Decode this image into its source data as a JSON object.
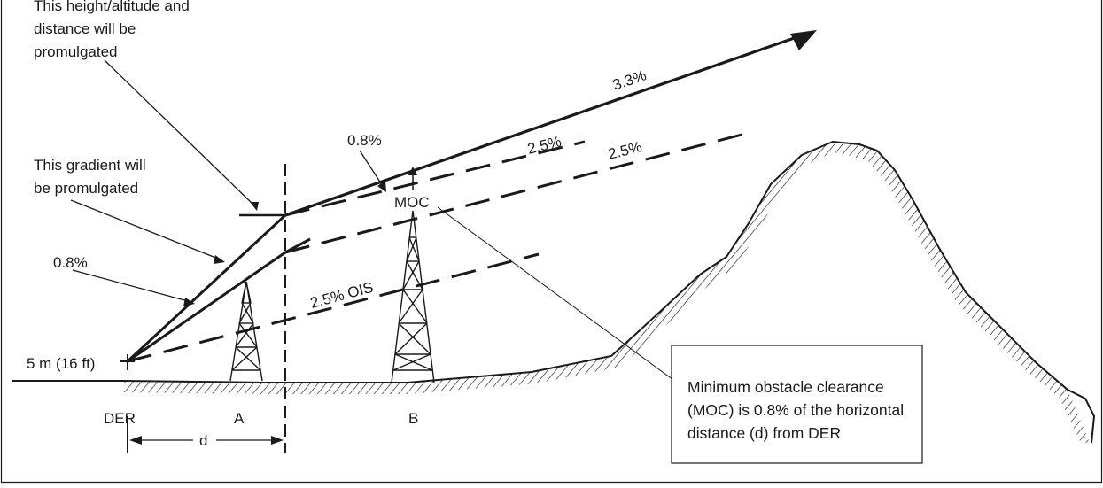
{
  "labels": {
    "promulgated_height": [
      "This height/altitude and",
      "distance will be",
      "promulgated"
    ],
    "promulgated_gradient": [
      "This gradient will",
      "be promulgated"
    ],
    "moc_note": [
      "Minimum obstacle clearance",
      "(MOC) is 0.8% of the horizontal",
      "distance (d) from DER"
    ],
    "gradient_3_3": "3.3%",
    "gradient_0_8_upper": "0.8%",
    "gradient_0_8_lower": "0.8%",
    "gradient_2_5_a": "2.5%",
    "gradient_2_5_b": "2.5%",
    "ois": "2.5% OIS",
    "moc": "MOC",
    "height_5m": "5 m (16 ft)",
    "der": "DER",
    "obstacle_a": "A",
    "obstacle_b": "B",
    "distance_d": "d"
  }
}
